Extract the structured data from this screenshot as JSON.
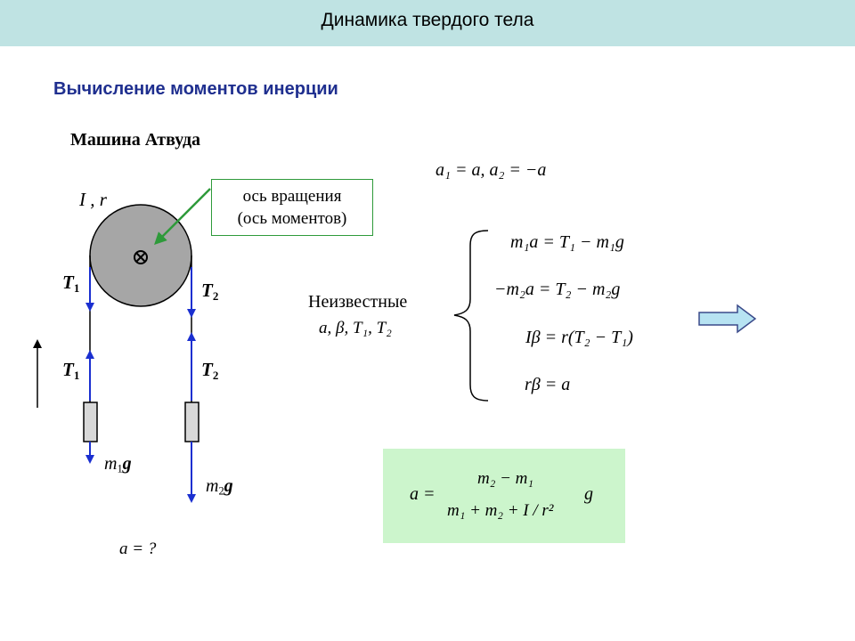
{
  "header": {
    "title": "Динамика твердого тела"
  },
  "subtitle": "Вычисление моментов инерции",
  "section_title": "Машина Атвуда",
  "pulley_label": "I , r",
  "callout": {
    "line1": "ось вращения",
    "line2": "(ось моментов)"
  },
  "forces": {
    "T1": "T",
    "T1_sub": "1",
    "T2": "T",
    "T2_sub": "2",
    "m1g_m": "m",
    "m1g_sub": "1",
    "m1g_g": "g",
    "m2g_m": "m",
    "m2g_sub": "2",
    "m2g_g": "g"
  },
  "question": "a = ?",
  "kinematics": "a₁ = a,  a₂ = −a",
  "unknowns": {
    "label": "Неизвестные",
    "list": "a, β, T₁, T₂"
  },
  "equations": [
    "m₁a = T₁ − m₁g",
    "−m₂a = T₂ − m₂g",
    "Iβ = r(T₂ − T₁)",
    "rβ = a"
  ],
  "result": {
    "lhs": "a =",
    "numerator": "m₂ − m₁",
    "denominator": "m₁ + m₂ + I / r²",
    "factor": "g"
  },
  "colors": {
    "header_bg": "#bfe3e3",
    "subtitle": "#1f2f8f",
    "force_arrow": "#1a2fd0",
    "pulley": "#a6a6a6",
    "callout_border": "#2e9a3a",
    "result_bg": "#ccf5cc"
  }
}
